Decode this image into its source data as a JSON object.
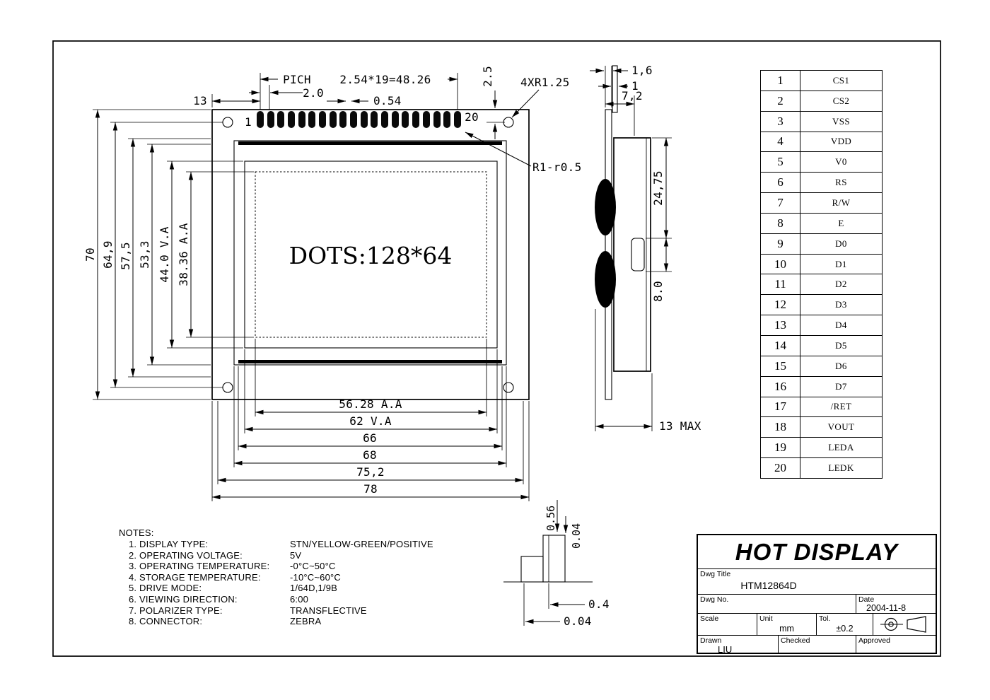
{
  "front_view": {
    "dots_label": "DOTS:128*64",
    "pin1_label": "1",
    "pin20_label": "20",
    "dim_pich": "PICH",
    "dim_pitch": "2.0",
    "dim_pitch_total": "2.54*19=48.26",
    "dim_pin_width": "0.54",
    "dim_left_offset": "13",
    "dim_top_offset": "2.5",
    "dim_hole": "4XR1.25",
    "dim_corner": "R1-r0.5",
    "dim_aa_width": "56.28 A.A",
    "dim_va_width": "62 V.A",
    "dim_66": "66",
    "dim_68": "68",
    "dim_752": "75,2",
    "dim_78": "78",
    "dim_70": "70",
    "dim_649": "64,9",
    "dim_575": "57,5",
    "dim_533": "53,3",
    "dim_va_height": "44.0 V.A",
    "dim_aa_height": "38.36 A.A"
  },
  "side_view": {
    "dim_16": "1,6",
    "dim_1": "1",
    "dim_72": "7,2",
    "dim_2475": "24,75",
    "dim_8": "8.0",
    "dim_13max": "13 MAX"
  },
  "detail_view": {
    "dim_056": "0.56",
    "dim_004_top": "0.04",
    "dim_04": "0.4",
    "dim_004_bottom": "0.04"
  },
  "pin_table": {
    "pins": [
      {
        "no": "1",
        "name": "CS1"
      },
      {
        "no": "2",
        "name": "CS2"
      },
      {
        "no": "3",
        "name": "VSS"
      },
      {
        "no": "4",
        "name": "VDD"
      },
      {
        "no": "5",
        "name": "V0"
      },
      {
        "no": "6",
        "name": "RS"
      },
      {
        "no": "7",
        "name": "R/W"
      },
      {
        "no": "8",
        "name": "E"
      },
      {
        "no": "9",
        "name": "D0"
      },
      {
        "no": "10",
        "name": "D1"
      },
      {
        "no": "11",
        "name": "D2"
      },
      {
        "no": "12",
        "name": "D3"
      },
      {
        "no": "13",
        "name": "D4"
      },
      {
        "no": "14",
        "name": "D5"
      },
      {
        "no": "15",
        "name": "D6"
      },
      {
        "no": "16",
        "name": "D7"
      },
      {
        "no": "17",
        "name": "/RET"
      },
      {
        "no": "18",
        "name": "VOUT"
      },
      {
        "no": "19",
        "name": "LEDA"
      },
      {
        "no": "20",
        "name": "LEDK"
      }
    ]
  },
  "notes": {
    "heading": "NOTES:",
    "items": [
      {
        "label": "1. DISPLAY TYPE:",
        "value": "STN/YELLOW-GREEN/POSITIVE"
      },
      {
        "label": "2. OPERATING VOLTAGE:",
        "value": "5V"
      },
      {
        "label": "3. OPERATING TEMPERATURE:",
        "value": "-0°C~50°C"
      },
      {
        "label": "4. STORAGE TEMPERATURE:",
        "value": "-10°C~60°C"
      },
      {
        "label": "5. DRIVE MODE:",
        "value": "1/64D,1/9B"
      },
      {
        "label": "6. VIEWING DIRECTION:",
        "value": "6:00"
      },
      {
        "label": "7. POLARIZER TYPE:",
        "value": "TRANSFLECTIVE"
      },
      {
        "label": "8. CONNECTOR:",
        "value": "ZEBRA"
      }
    ]
  },
  "title_block": {
    "company": "HOT DISPLAY",
    "dwg_title_label": "Dwg Title",
    "dwg_title": "HTM12864D",
    "dwg_no_label": "Dwg No.",
    "date_label": "Date",
    "date": "2004-11-8",
    "scale_label": "Scale",
    "unit_label": "Unit",
    "unit_value": "mm",
    "tol_label": "Tol.",
    "tol_value": "±0.2",
    "drawn_label": "Drawn",
    "drawn_value": "LIU",
    "checked_label": "Checked",
    "approved_label": "Approved"
  }
}
